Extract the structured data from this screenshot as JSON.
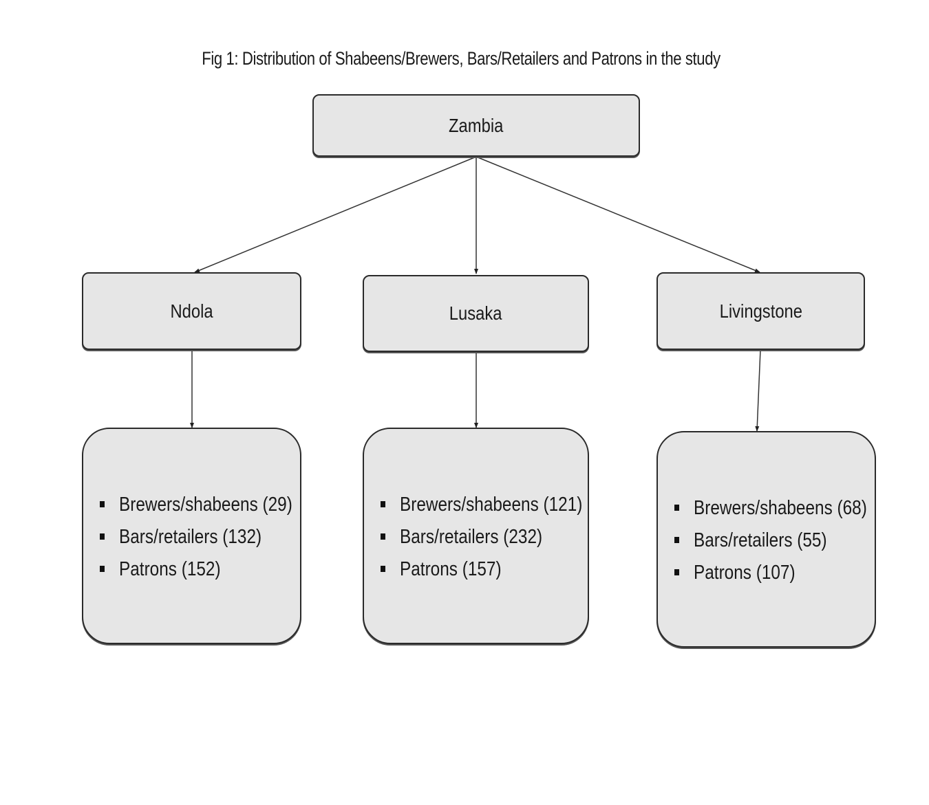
{
  "title": "Fig 1:  Distribution of Shabeens/Brewers, Bars/Retailers and Patrons in the study",
  "root": {
    "label": "Zambia"
  },
  "cities": [
    {
      "label": "Ndola",
      "items": [
        "Brewers/shabeens (29)",
        "Bars/retailers (132)",
        "Patrons (152)"
      ]
    },
    {
      "label": "Lusaka",
      "items": [
        "Brewers/shabeens (121)",
        "Bars/retailers (232)",
        "Patrons (157)"
      ]
    },
    {
      "label": "Livingstone",
      "items": [
        "Brewers/shabeens (68)",
        "Bars/retailers (55)",
        "Patrons (107)"
      ]
    }
  ]
}
